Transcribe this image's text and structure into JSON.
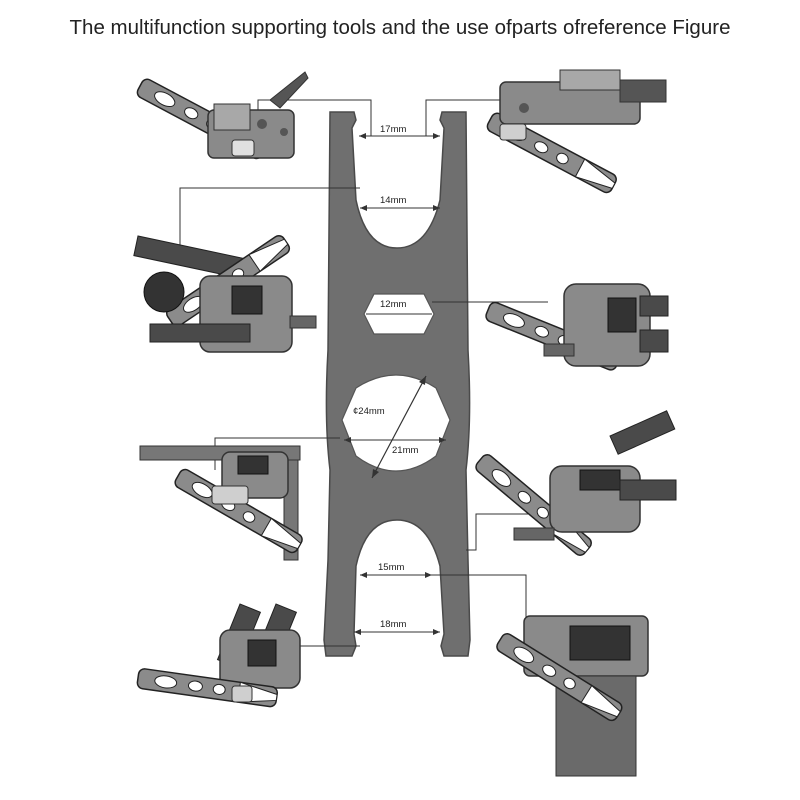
{
  "title": "The multifunction supporting tools and the use ofparts ofreference Figure",
  "labels": {
    "d17": "17mm",
    "d14": "14mm",
    "d12": "12mm",
    "d24": "¢24mm",
    "d21": "21mm",
    "d15": "15mm",
    "d18": "18mm"
  },
  "colors": {
    "wrench": "#6f6f6f",
    "tool_body": "#8a8a8a",
    "tool_dark": "#3d3d3d",
    "line": "#333333"
  }
}
